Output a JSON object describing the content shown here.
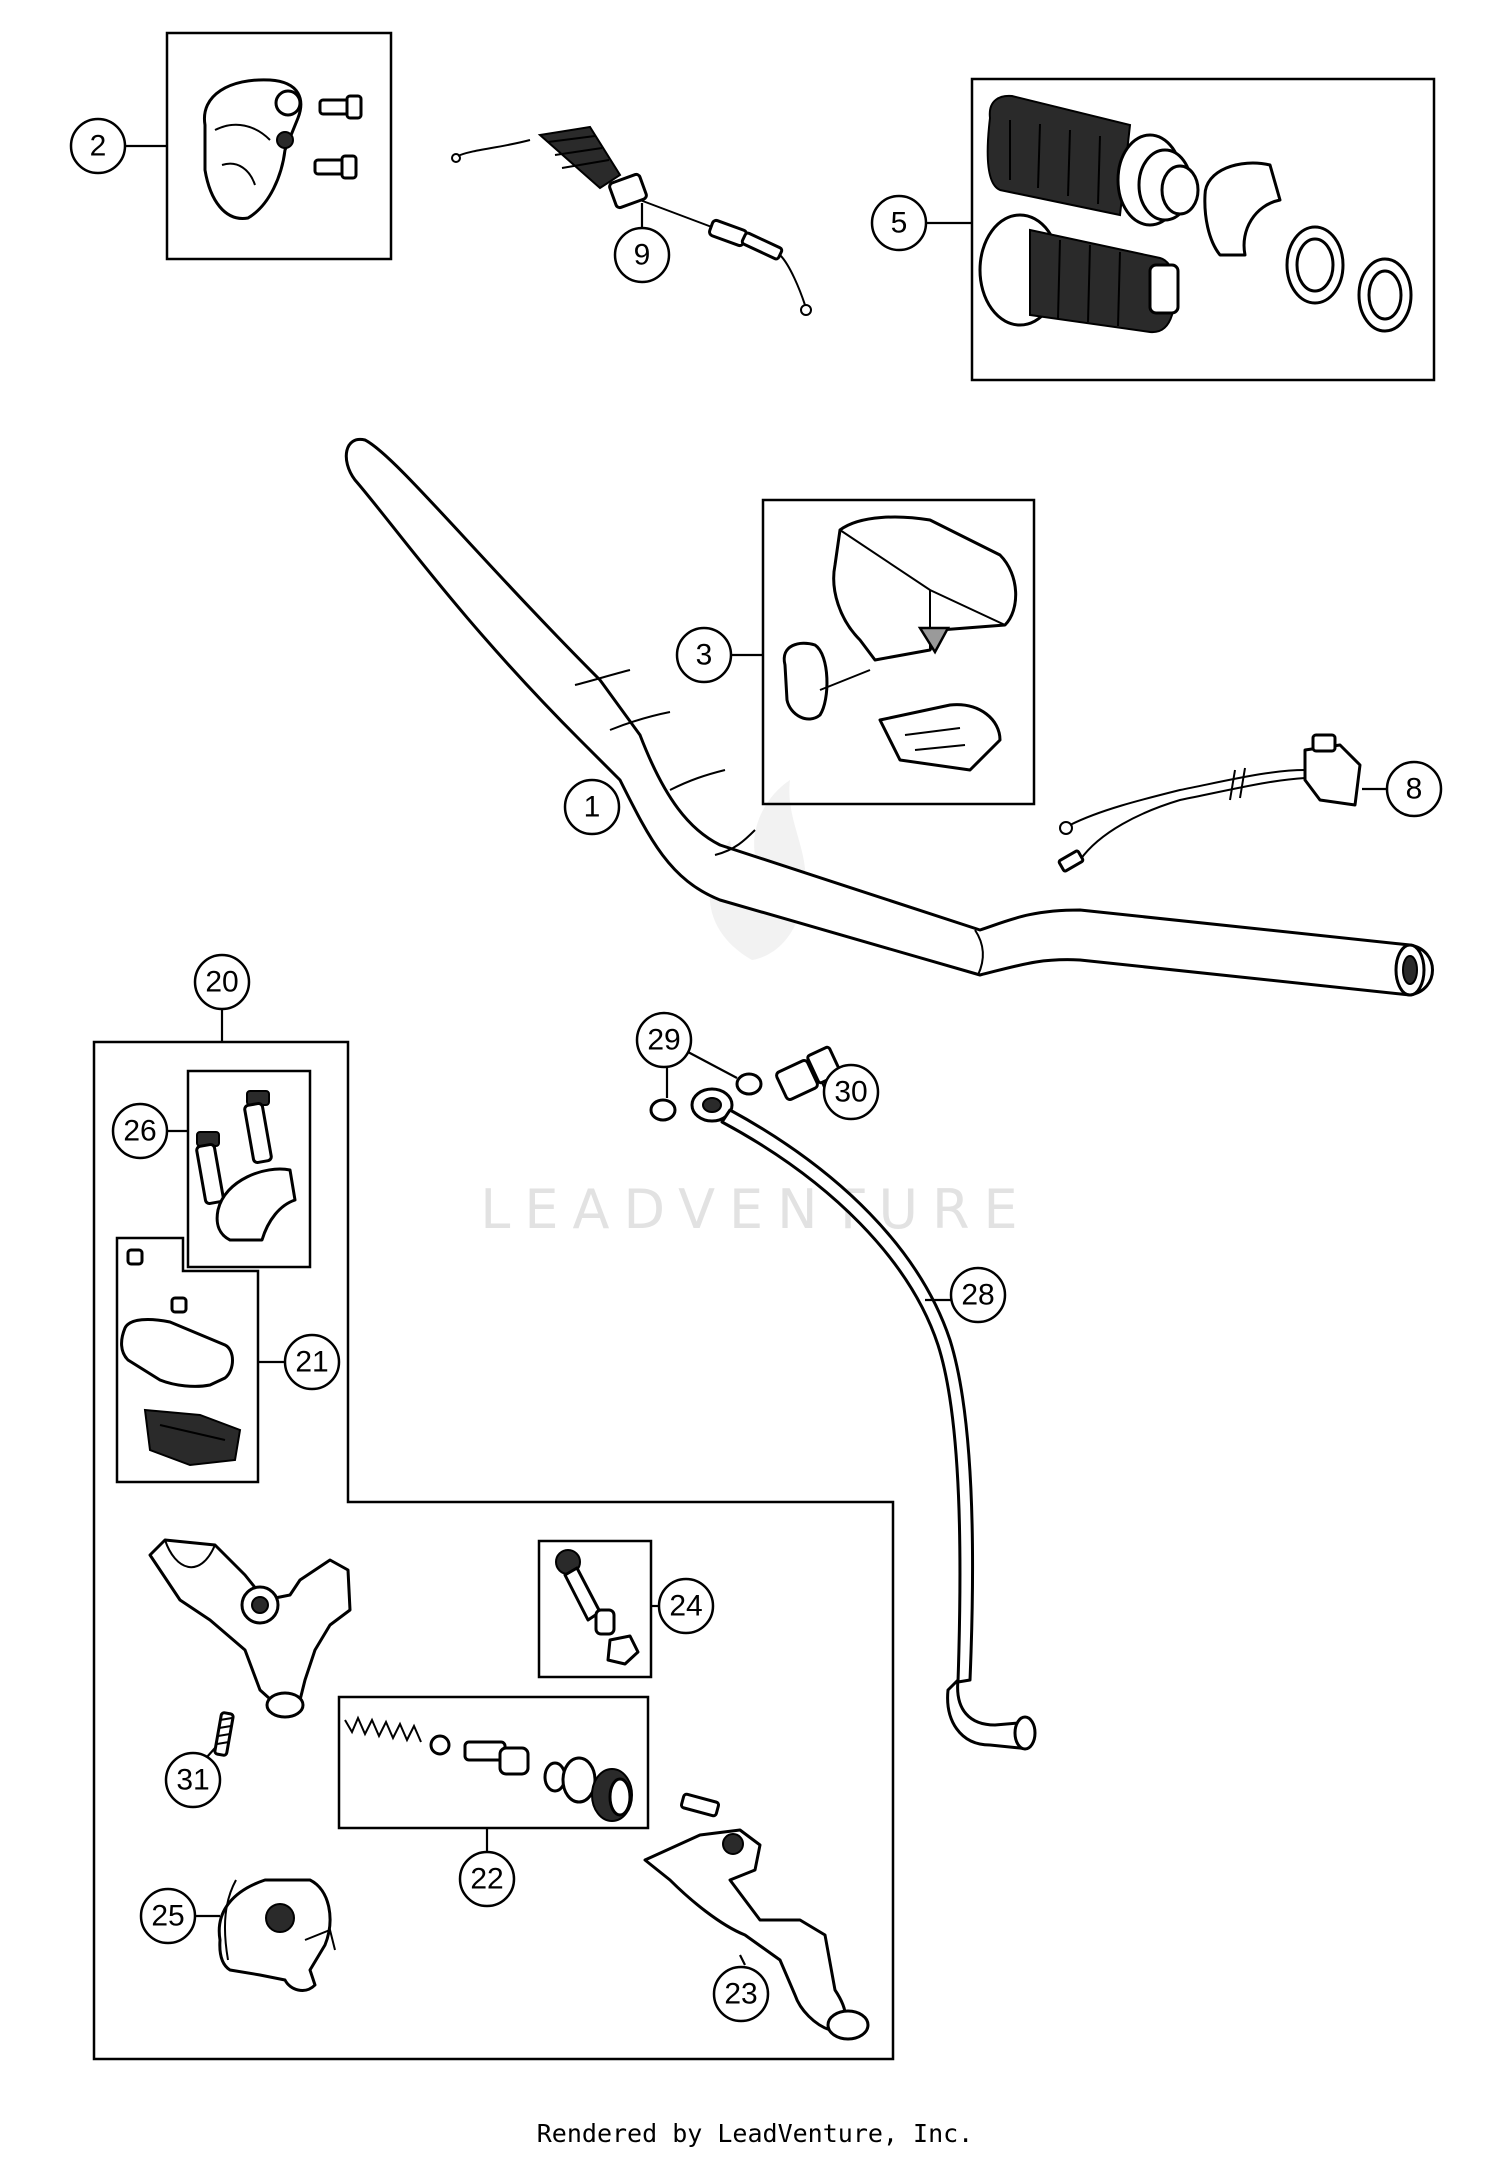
{
  "watermark": "LEADVENTURE",
  "footer": "Rendered by LeadVenture, Inc.",
  "callouts": {
    "c1": "1",
    "c2": "2",
    "c3": "3",
    "c5": "5",
    "c8": "8",
    "c9": "9",
    "c20": "20",
    "c21": "21",
    "c22": "22",
    "c23": "23",
    "c24": "24",
    "c25": "25",
    "c26": "26",
    "c28": "28",
    "c29": "29",
    "c30": "30",
    "c31": "31"
  }
}
